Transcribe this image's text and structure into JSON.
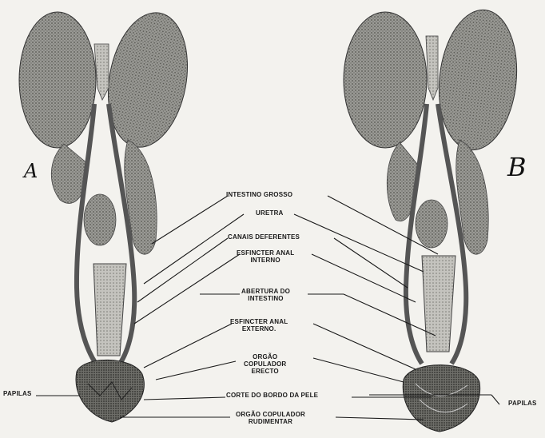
{
  "panels": {
    "left": "A",
    "right": "B"
  },
  "labels": {
    "intestino_grosso": "INTESTINO GROSSO",
    "uretra": "URETRA",
    "canais_deferentes": "CANAIS DEFERENTES",
    "esfincter_interno": [
      "ESFINCTER ANAL",
      "INTERNO"
    ],
    "abertura_intestino": [
      "ABERTURA DO",
      "INTESTINO"
    ],
    "esfincter_externo": [
      "ESFINCTER ANAL",
      "EXTERNO."
    ],
    "orgao_erecto": [
      "ORGÃO",
      "COPULADOR",
      "ERECTO"
    ],
    "corte_bordo": "CORTE DO BORDO DA PELE",
    "orgao_rudimentar": [
      "ORGÃO COPULADOR",
      "RUDIMENTAR"
    ],
    "papilas_left": "PAPILAS",
    "papilas_right": "PAPILAS"
  },
  "colors": {
    "ink": "#1a1a1a",
    "paper": "#f3f2ee",
    "tissue": "#8c8c88",
    "tissue_dark": "#5e5e5a"
  }
}
